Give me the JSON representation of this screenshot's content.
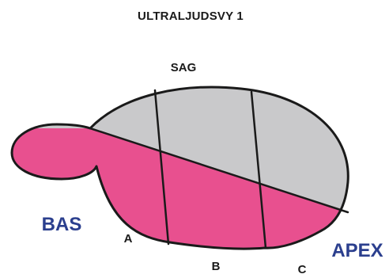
{
  "title": "ULTRALJUDSVY 1",
  "labels": {
    "top": "SAG",
    "base": "BAS",
    "apex": "APEX",
    "segment_a": "A",
    "segment_b": "B",
    "segment_c": "C"
  },
  "colors": {
    "upper_region": "#c9c9cb",
    "lower_region": "#e8508f",
    "outline": "#1a1a1a",
    "blue_label": "#2b3f8e"
  }
}
